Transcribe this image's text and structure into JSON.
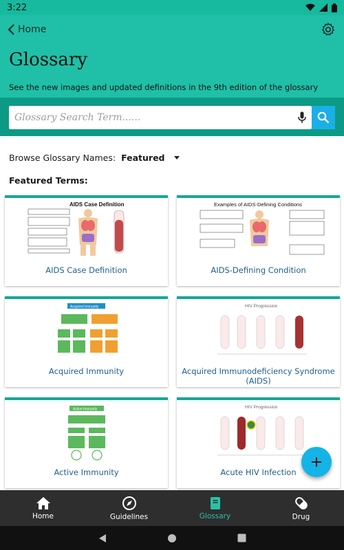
{
  "status_bar": {
    "time": "3:22"
  },
  "header": {
    "back_label": "Home",
    "title": "Glossary",
    "subtitle": "See the new images and updated definitions in the 9th edition of the glossary"
  },
  "search": {
    "placeholder": "Glossary Search Term......",
    "value": ""
  },
  "browse": {
    "label": "Browse Glossary Names:",
    "selected": "Featured"
  },
  "featured_heading": "Featured Terms:",
  "cards": [
    {
      "label": "AIDS Case Definition",
      "thumb_title": "AIDS Case Definition"
    },
    {
      "label": "AIDS-Defining Condition",
      "thumb_title": "Examples of AIDS-Defining Conditions"
    },
    {
      "label": "Acquired Immunity",
      "thumb_title": "Acquired Immunity"
    },
    {
      "label": "Acquired Immunodeficiency Syndrome (AIDS)",
      "thumb_title": "HIV Progression"
    },
    {
      "label": "Active Immunity",
      "thumb_title": "Active Immunity"
    },
    {
      "label": "Acute HIV Infection",
      "thumb_title": "HIV Progression"
    }
  ],
  "bottom_nav": [
    {
      "label": "Home",
      "icon": "home-icon"
    },
    {
      "label": "Guidelines",
      "icon": "compass-icon"
    },
    {
      "label": "Glossary",
      "icon": "book-icon",
      "active": true
    },
    {
      "label": "Drug",
      "icon": "pill-icon"
    }
  ],
  "colors": {
    "header": "#1fc0a7",
    "search_band": "#0c9a86",
    "accent": "#14b4e6",
    "card_label": "#1e5f8c",
    "nav_active": "#2bc0a6"
  }
}
